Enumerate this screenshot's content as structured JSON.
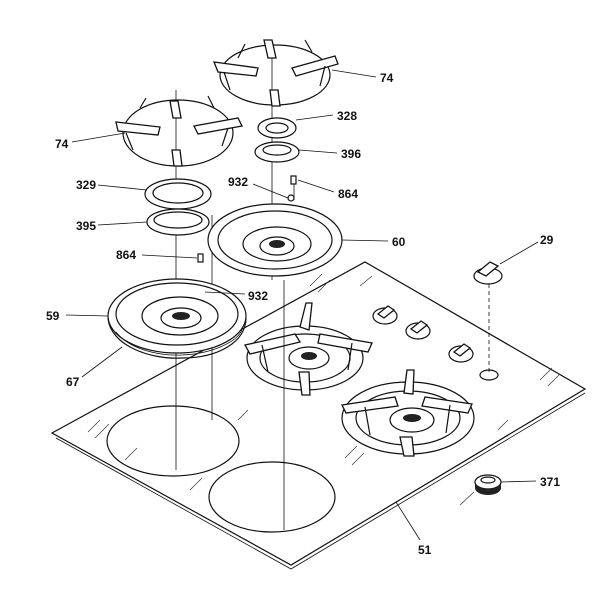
{
  "diagram": {
    "labels": {
      "grate_rear": "74",
      "grate_left": "74",
      "cap_328": "328",
      "ring_396": "396",
      "screw_864_right": "864",
      "screw_932_right": "932",
      "cap_329": "329",
      "ring_395": "395",
      "pan_60": "60",
      "knob_29": "29",
      "screw_864_left": "864",
      "screw_932_left": "932",
      "pan_59": "59",
      "ring_67": "67",
      "grommet_371": "371",
      "cooktop_51": "51"
    }
  }
}
